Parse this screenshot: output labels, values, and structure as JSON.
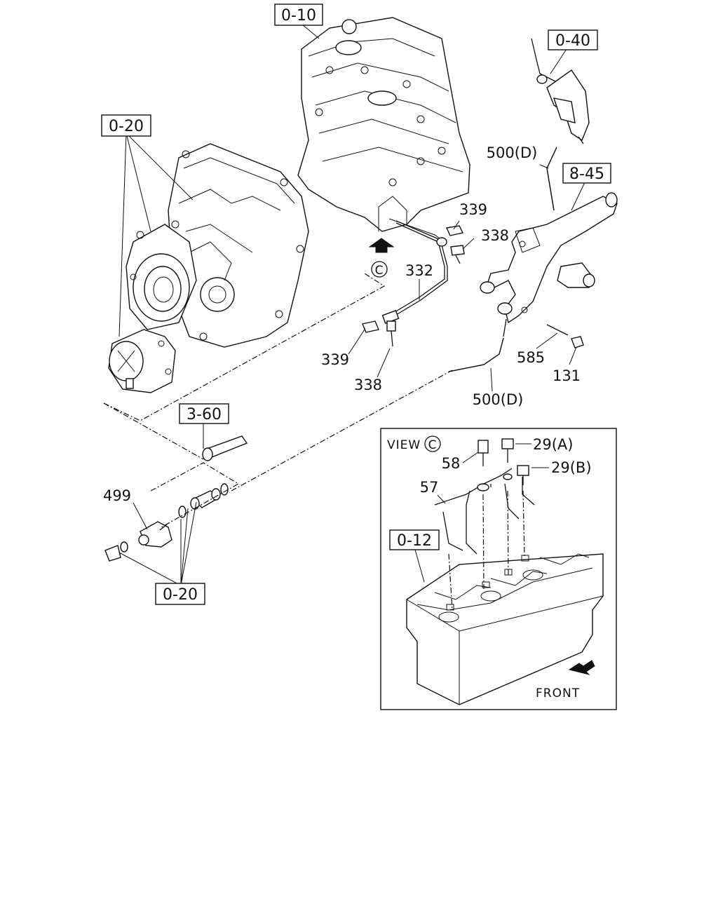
{
  "ref_boxes": {
    "r010": "0-10",
    "r020_top": "0-20",
    "r040": "0-40",
    "r845": "8-45",
    "r360": "3-60",
    "r020_bottom": "0-20",
    "r012": "0-12"
  },
  "callouts": {
    "c339_top": "339",
    "c338_top": "338",
    "c332": "332",
    "c339_mid": "339",
    "c338_mid": "338",
    "c500_top": "500(D)",
    "c500_mid": "500(D)",
    "c585": "585",
    "c131": "131",
    "c499": "499",
    "c58": "58",
    "c57": "57",
    "c29a": "29(A)",
    "c29b": "29(B)"
  },
  "view": {
    "title": "VIEW",
    "marker": "C",
    "front": "FRONT"
  },
  "arrow_marker": "C"
}
